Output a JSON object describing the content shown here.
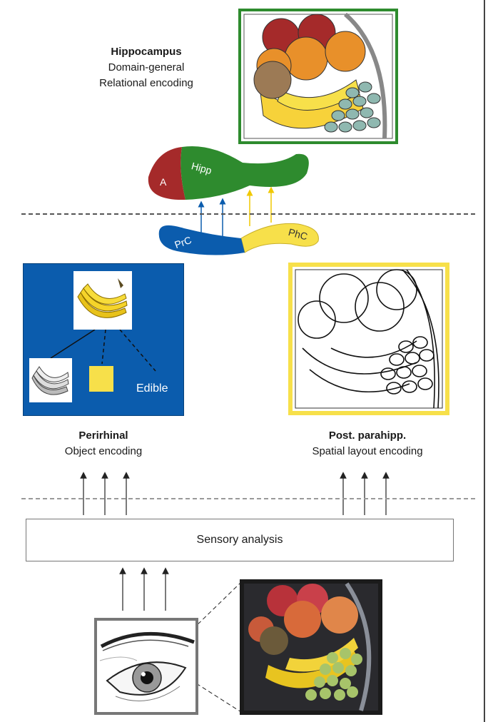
{
  "hippocampus": {
    "title": "Hippocampus",
    "line1": "Domain-general",
    "line2": "Relational encoding",
    "region_a": "A",
    "region_hipp": "Hipp"
  },
  "cortex": {
    "prc": "PrC",
    "phc": "PhC"
  },
  "perirhinal": {
    "title": "Perirhinal",
    "subtitle": "Object encoding",
    "feature_label": "Edible"
  },
  "parahippocampal": {
    "title": "Post. parahipp.",
    "subtitle": "Spatial layout encoding"
  },
  "sensory": {
    "label": "Sensory analysis"
  },
  "colors": {
    "green": "#2e8b2e",
    "red": "#a52a2a",
    "blue": "#0b5cad",
    "yellow": "#f7e04a",
    "orange": "#e8902a",
    "brown": "#9c7a55",
    "teal": "#8fb8b0"
  }
}
